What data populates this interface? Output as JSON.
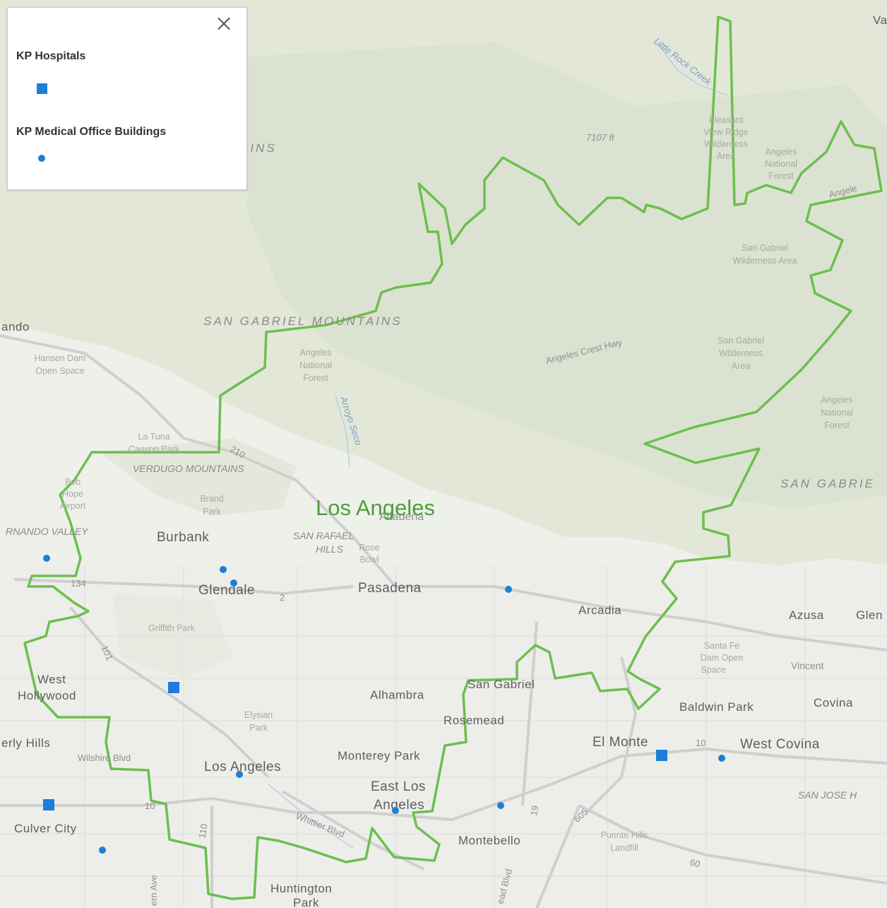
{
  "legend": {
    "close_label": "×",
    "layers": [
      {
        "title": "KP Hospitals",
        "symbol": "blue-square"
      },
      {
        "title": "KP Medical Office Buildings",
        "symbol": "blue-dot"
      }
    ]
  },
  "colors": {
    "boundary": "#6cbf4f",
    "boundary_label": "#4e9e3d",
    "marker": "#1a7fd8",
    "freeway": "#d3d3d3",
    "land": "#eef0ea",
    "mountains": "#e1e6d7"
  },
  "boundary_label": "Los Angeles",
  "cities": {
    "burbank": "Burbank",
    "glendale": "Glendale",
    "pasadena": "Pasadena",
    "arcadia": "Arcadia",
    "azusa": "Azusa",
    "glendora": "Glen",
    "west_hollywood_1": "West",
    "west_hollywood_2": "Hollywood",
    "alhambra": "Alhambra",
    "san_gabriel": "San Gabriel",
    "rosemead": "Rosemead",
    "el_monte": "El Monte",
    "baldwin_park": "Baldwin Park",
    "west_covina": "West Covina",
    "covina": "Covina",
    "vincent": "Vincent",
    "beverly_hills": "erly Hills",
    "los_angeles_city": "Los Angeles",
    "monterey_park": "Monterey Park",
    "east_la_1": "East Los",
    "east_la_2": "Angeles",
    "culver_city": "Culver City",
    "montebello": "Montebello",
    "huntington_park_1": "Huntington",
    "huntington_park_2": "Park",
    "altadena": "Altadena",
    "san_fernando_edge": "ando",
    "top_right_edge": "Va"
  },
  "ranges": {
    "san_gabriel_mountains": "SAN GABRIEL MOUNTAINS",
    "mountains_partial": "AINS",
    "verdugo": "VERDUGO MOUNTAINS",
    "san_rafael_1": "SAN RAFAEL",
    "san_rafael_2": "HILLS",
    "sf_valley": "RNANDO VALLEY",
    "san_gabriel_edge": "SAN GABRIE",
    "san_jose_hills": "SAN JOSE H"
  },
  "parks": {
    "angeles_nf_1": "Angeles",
    "angeles_nf_2": "National",
    "angeles_nf_3": "Forest",
    "pleasant_1": "Pleasant",
    "pleasant_2": "View Ridge",
    "pleasant_3": "Wilderness",
    "pleasant_4": "Area",
    "sgw_1": "San Gabriel",
    "sgw_2": "Wilderness Area",
    "sgw2_1": "San Gabriel",
    "sgw2_2": "Wilderness",
    "sgw2_3": "Area",
    "hansen_1": "Hansen Dam",
    "hansen_2": "Open Space",
    "la_tuna_1": "La Tuna",
    "la_tuna_2": "Canyon Park",
    "brand_1": "Brand",
    "brand_2": "Park",
    "griffith": "Griffith Park",
    "elysian_1": "Elysian",
    "elysian_2": "Park",
    "rose_bowl_1": "Rose",
    "rose_bowl_2": "Bowl",
    "santa_fe_1": "Santa Fe",
    "santa_fe_2": "Dam Open",
    "santa_fe_3": "Space",
    "puente_1": "Puente Hills",
    "puente_2": "Landfill",
    "bob_hope_1": "Bob",
    "bob_hope_2": "Hope",
    "bob_hope_3": "Airport",
    "elevation": "7107 ft"
  },
  "roads": {
    "angeles_crest": "Angeles Crest Hwy",
    "angeles_crest_east": "Angele",
    "wilshire": "Wilshire Blvd",
    "whittier": "Whittier Blvd",
    "i210": "210",
    "i134": "134",
    "us101": "101",
    "i10_west": "10",
    "i10_east": "10",
    "i110": "110",
    "i605": "605",
    "i60": "60",
    "ca19": "19",
    "ca2": "2",
    "ave_partial": "ern Ave",
    "blvd_partial": "ead Blvd"
  },
  "water": {
    "arroyo": "Arroyo Seco",
    "little_rock": "Little Rock Creek"
  }
}
